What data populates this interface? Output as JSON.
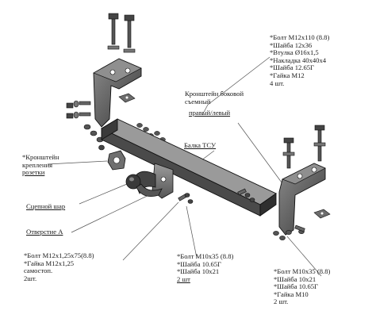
{
  "labels": {
    "top_right_kit": {
      "lines": [
        "*Болт М12х110 (8.8)",
        "*Шайба 12х36",
        "*Втулка Ø16х1,5",
        "*Накладка 40х40х4",
        "*Шайба 12.65Г",
        "*Гайка М12"
      ],
      "qty": "4 шт."
    },
    "side_bracket": [
      "Кронштейн боковой",
      "съемный"
    ],
    "side_bracket_lr": "правый/левый",
    "beam": "Балка ТСУ",
    "socket_bracket": [
      "*Кронштейн",
      "крепления",
      "розетки"
    ],
    "ball": "Сцепной шар",
    "hole": "Отверстие А",
    "bottom_left_kit": {
      "lines": [
        "*Болт М12х1,25х75(8.8)",
        "*Гайка М12х1,25",
        "самостоп."
      ],
      "qty": "2шт."
    },
    "bottom_mid_kit": {
      "lines": [
        "*Болт М10х35 (8.8)",
        "*Шайба 10.65Г",
        "*Шайба 10х21"
      ],
      "qty": "2 шт"
    },
    "bottom_right_kit": {
      "lines": [
        "*Болт М10х35 (8.8)",
        "*Шайба 10х21",
        "*Шайба 10.65Г",
        "*Гайка М10"
      ],
      "qty": "2 шт."
    }
  },
  "colors": {
    "metal_dark": "#3d3d3d",
    "metal_mid": "#6a6a6a",
    "metal_light": "#9a9a9a",
    "outline": "#111111",
    "leader": "#555555"
  }
}
